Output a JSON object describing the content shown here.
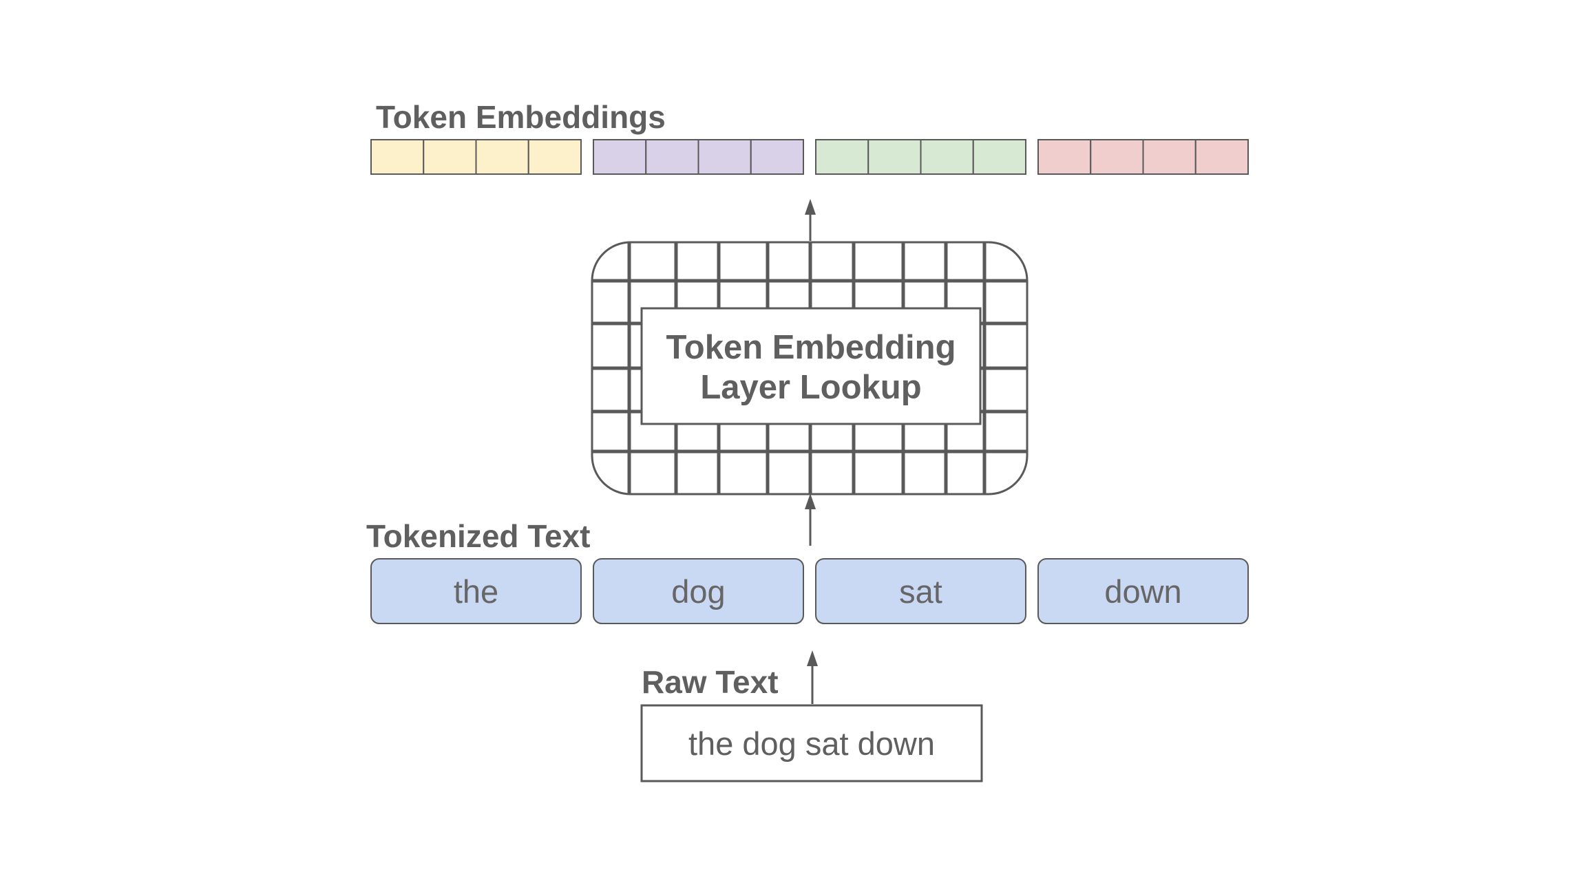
{
  "labels": {
    "token_embeddings": "Token Embeddings",
    "lookup_line1": "Token Embedding",
    "lookup_line2": "Layer Lookup",
    "tokenized_text": "Tokenized Text",
    "raw_text_heading": "Raw Text",
    "raw_text_value": "the dog sat down"
  },
  "tokens": [
    "the",
    "dog",
    "sat",
    "down"
  ],
  "embeddings": {
    "cells_per_vector": 4,
    "colors": [
      "#fdf1cc",
      "#d8d1e8",
      "#d8e9d3",
      "#efcecd"
    ]
  },
  "colors": {
    "stroke": "#595959",
    "text": "#5f5f5f",
    "token_fill": "#c9d8f3",
    "background": "#ffffff"
  }
}
